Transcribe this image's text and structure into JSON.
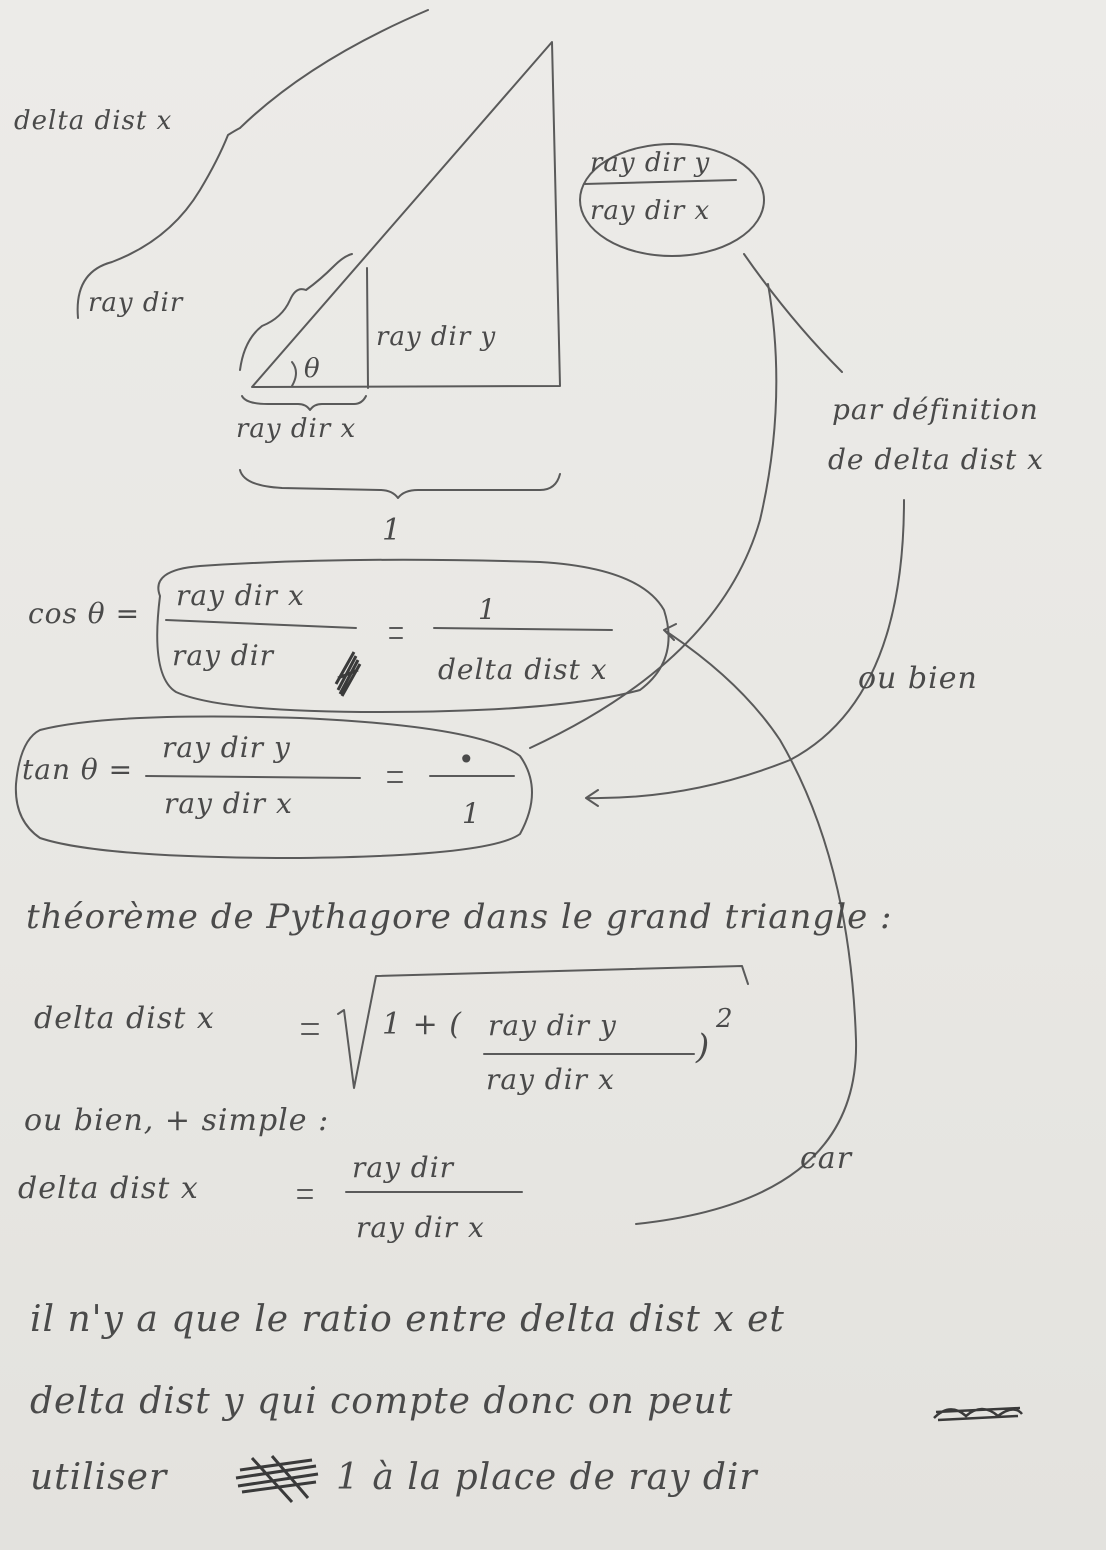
{
  "diagram": {
    "delta_dist_x_label": "delta dist x",
    "ray_dir_label": "ray dir",
    "theta_label": "θ",
    "ray_dir_y_label": "ray dir y",
    "ray_dir_x_label": "ray dir x",
    "unit_label": "1",
    "ratio_numerator": "ray dir y",
    "ratio_denominator": "ray dir x",
    "definition_note_line1": "par définition",
    "definition_note_line2": "de delta dist x",
    "or_note": "ou bien",
    "because_note": "car"
  },
  "cos_equation": {
    "lhs": "cos θ =",
    "numerator": "ray dir x",
    "denominator": "ray dir",
    "equals": "=",
    "rhs_numerator": "1",
    "rhs_denominator": "delta dist x"
  },
  "tan_equation": {
    "lhs": "tan θ =",
    "numerator": "ray dir y",
    "denominator": "ray dir x",
    "equals": "=",
    "rhs_numerator": "•",
    "rhs_denominator": "1"
  },
  "pythagoras": {
    "heading": "théorème de Pythagore dans le grand triangle :",
    "lhs": "delta dist x",
    "equals": "=",
    "radicand_prefix": "1 + (",
    "fraction_numerator": "ray dir y",
    "fraction_denominator": "ray dir x",
    "closing_paren": ")",
    "exponent": "2"
  },
  "simpler": {
    "intro": "ou bien, + simple :",
    "lhs": "delta dist x",
    "equals": "=",
    "numerator": "ray dir",
    "denominator": "ray dir x"
  },
  "conclusion": {
    "line1": "il n'y a que le ratio entre delta dist x et",
    "line2": "delta dist y qui compte donc on peut",
    "line3_start": "utiliser",
    "line3_end": "1 à la place de ray dir"
  },
  "ink_color": "#4a4a4a"
}
